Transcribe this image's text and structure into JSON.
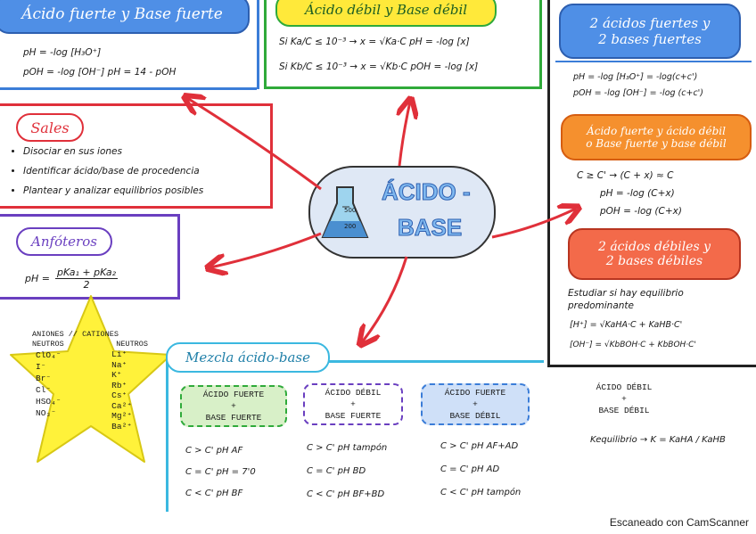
{
  "center": {
    "line1": "ÁCIDO -",
    "line2": "BASE",
    "flask_mark_top": "500",
    "flask_mark_bottom": "200"
  },
  "acido_fuerte": {
    "title": "Ácido fuerte y Base fuerte",
    "l1": "pH = -log [H₃O⁺]",
    "l2": "pOH = -log [OH⁻]   pH = 14 - pOH"
  },
  "acido_debil": {
    "title": "Ácido débil y Base débil",
    "l1": "Si  Ka/C ≤ 10⁻³ → x = √Ka·C   pH = -log [x]",
    "l2": "Si  Kb/C ≤ 10⁻³ → x = √Kb·C   pOH = -log [x]"
  },
  "dos_acidos_fuertes": {
    "title_l1": "2 ácidos fuertes y",
    "title_l2": "2 bases fuertes",
    "l1": "pH = -log [H₃O⁺] = -log(c+c')",
    "l2": "pOH = -log [OH⁻] = -log (c+c')"
  },
  "sales": {
    "title": "Sales",
    "items": [
      "Disociar en sus iones",
      "Identificar ácido/base de procedencia",
      "Plantear y analizar equilibrios posibles"
    ]
  },
  "anfoteros": {
    "title": "Anfóteros",
    "formula_left": "pH =",
    "formula_num": "pKa₁ + pKa₂",
    "formula_den": "2"
  },
  "fuerte_debil": {
    "title_l1": "Ácido fuerte y ácido débil",
    "title_l2": "o Base fuerte y base débil",
    "l1": "C ≥ C' → (C + x) ≈ C",
    "l2": "pH = -log (C+x)",
    "l3": "pOH = -log (C+x)"
  },
  "dos_debiles": {
    "title_l1": "2 ácidos débiles y",
    "title_l2": "2 bases débiles",
    "l1": "Estudiar si hay equilibrio",
    "l2": "predominante",
    "l3": "[H⁺] = √KaHA·C + KaHB·C'",
    "l4": "[OH⁻] = √KbBOH·C + KbBOH·C'"
  },
  "star": {
    "col1_head": "ANIONES // CATIONES",
    "col_heads": [
      "NEUTROS",
      "NEUTROS"
    ],
    "aniones": [
      "ClO₄⁻",
      "I⁻",
      "Br⁻",
      "Cl⁻",
      "HSO₄⁻",
      "NO₃⁻"
    ],
    "cationes": [
      "Li⁺",
      "Na⁺",
      "K⁺",
      "Rb⁺",
      "Cs⁺",
      "Ca²⁺",
      "Mg²⁺",
      "Ba²⁺"
    ]
  },
  "mezcla": {
    "title": "Mezcla ácido-base",
    "c1": {
      "t1": "ÁCIDO FUERTE",
      "t2": "+",
      "t3": "BASE FUERTE"
    },
    "c2": {
      "t1": "ÁCIDO DÉBIL",
      "t2": "+",
      "t3": "BASE FUERTE"
    },
    "c3": {
      "t1": "ÁCIDO FUERTE",
      "t2": "+",
      "t3": "BASE DÉBIL"
    },
    "c4": {
      "t1": "ÁCIDO DÉBIL",
      "t2": "+",
      "t3": "BASE DÉBIL"
    },
    "c1_rows": [
      "C > C'   pH AF",
      "C = C'   pH = 7'0",
      "C < C'   pH BF"
    ],
    "c2_rows": [
      "C > C'  pH tampón",
      "C = C'  pH BD",
      "C < C'  pH BF+BD"
    ],
    "c3_rows": [
      "C > C'   pH AF+AD",
      "C = C'   pH AD",
      "C < C'   pH tampón"
    ],
    "c4_row": "Kequilibrio → K = KaHA / KaHB"
  },
  "footer": "Escaneado con CamScanner",
  "colors": {
    "blue": "#3b7dd8",
    "green": "#2faa3a",
    "red": "#e0303a",
    "purple": "#6a3fc0",
    "orange": "#f07a1a",
    "yellow": "#fff23a"
  }
}
